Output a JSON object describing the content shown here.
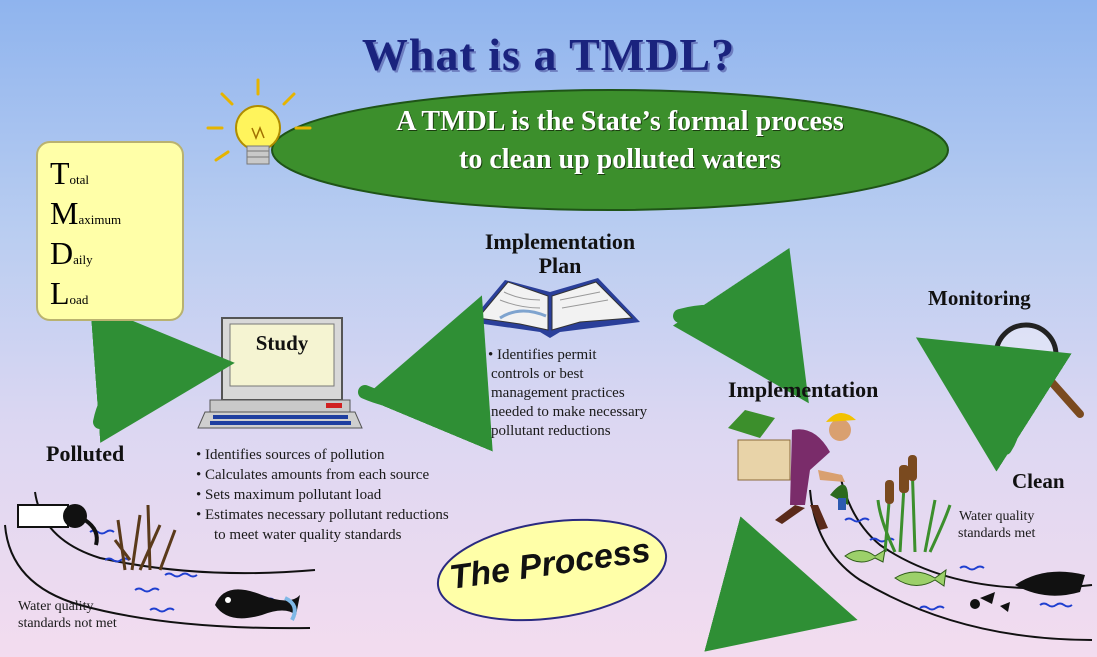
{
  "title": "What is a TMDL?",
  "ellipse_text": [
    "A TMDL is the State’s formal process",
    "to clean up polluted waters"
  ],
  "acronym": [
    {
      "cap": "T",
      "rest": "otal"
    },
    {
      "cap": "M",
      "rest": "aximum"
    },
    {
      "cap": "D",
      "rest": "aily"
    },
    {
      "cap": "L",
      "rest": "oad"
    }
  ],
  "study": {
    "label": "Study",
    "bullets": [
      "Identifies sources of pollution",
      "Calculates amounts from each source",
      "Sets maximum pollutant load",
      "Estimates necessary pollutant reductions",
      "to meet water quality standards"
    ]
  },
  "plan": {
    "label": [
      "Implementation",
      "Plan"
    ],
    "bullet_lines": [
      "• Identifies permit",
      "controls or best",
      "management practices",
      "needed to make necessary",
      "pollutant reductions"
    ]
  },
  "monitoring_label": "Monitoring",
  "implementation_label": "Implementation",
  "polluted": {
    "label": "Polluted",
    "caption": [
      "Water quality",
      "standards not met"
    ]
  },
  "clean": {
    "label": "Clean",
    "caption": [
      "Water quality",
      "standards met"
    ]
  },
  "process_label": "The Process",
  "colors": {
    "ellipse": "#3c8f2c",
    "arrow": "#2f8f35",
    "note_box": "#ffffa8",
    "title": "#1a237e"
  },
  "icons": [
    "lightbulb-icon",
    "computer-icon",
    "book-icon",
    "magnifying-glass-icon",
    "worker-planting-icon",
    "fish-icon",
    "pipe-outfall-icon",
    "cattail-icon"
  ]
}
